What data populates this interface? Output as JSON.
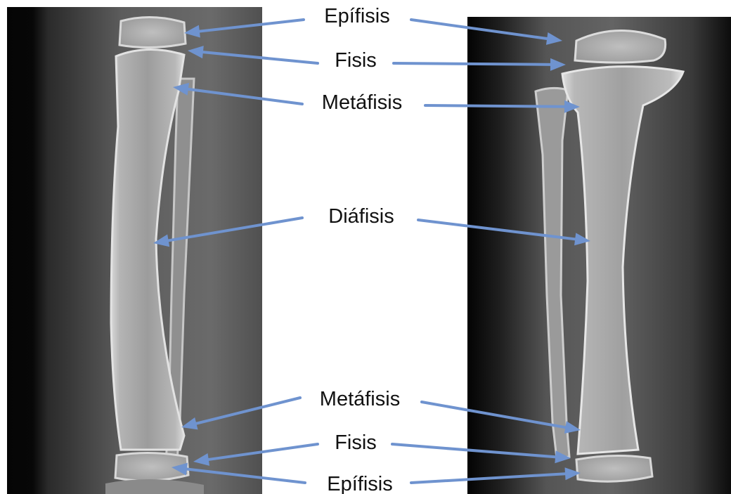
{
  "labels": {
    "epifisis_top": "Epífisis",
    "fisis_top": "Fisis",
    "metafisis_top": "Metáfisis",
    "diafisis": "Diáfisis",
    "metafisis_bottom": "Metáfisis",
    "fisis_bottom": "Fisis",
    "epifisis_bottom": "Epífisis"
  },
  "colors": {
    "arrow": "#6f93cf",
    "label_text": "#111111",
    "background": "#ffffff"
  },
  "images": {
    "left": "tibia-fibula-xray-lateral",
    "right": "tibia-fibula-xray-anteroposterior"
  }
}
